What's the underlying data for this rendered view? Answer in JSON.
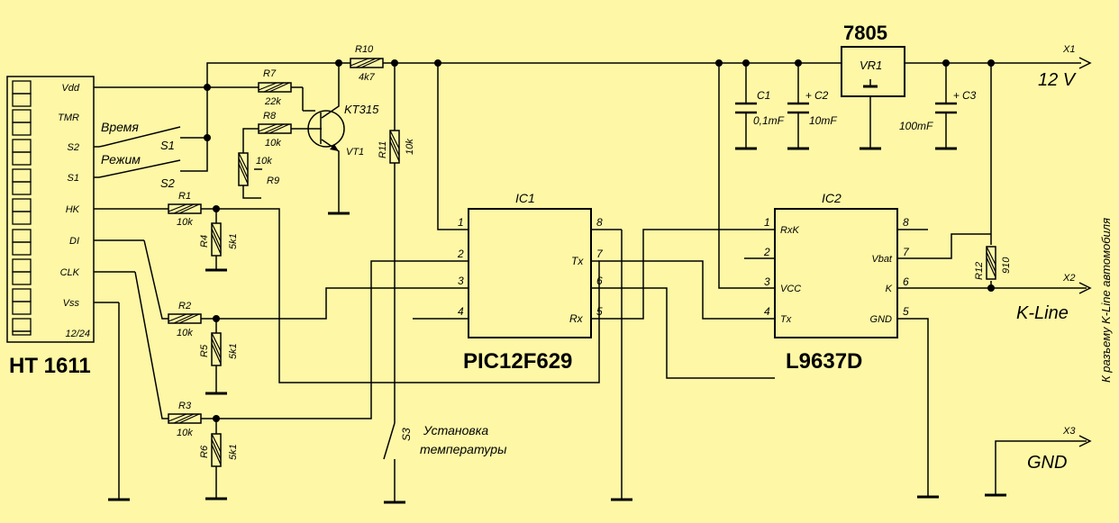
{
  "ht1611": {
    "name": "HT 1611",
    "pins": [
      "Vdd",
      "TMR",
      "S2",
      "S1",
      "HK",
      "DI",
      "CLK",
      "Vss",
      "12/24"
    ]
  },
  "ic1": {
    "ref": "IC1",
    "name": "PIC12F629",
    "pin_numbers": [
      "1",
      "2",
      "3",
      "4",
      "8",
      "7",
      "6",
      "5"
    ],
    "right_labels": [
      "Tx",
      "Rx"
    ]
  },
  "ic2": {
    "ref": "IC2",
    "name": "L9637D",
    "pin_numbers": [
      "1",
      "2",
      "3",
      "4",
      "8",
      "7",
      "6",
      "5"
    ],
    "left_labels": [
      "RxK",
      "VCC",
      "Tx"
    ],
    "right_labels": [
      "Vbat",
      "K",
      "GND"
    ]
  },
  "vr1": {
    "number": "7805",
    "ref": "VR1"
  },
  "transistor": {
    "type": "KT315",
    "ref": "VT1"
  },
  "resistors": [
    {
      "ref": "R1",
      "value": "10k"
    },
    {
      "ref": "R2",
      "value": "10k"
    },
    {
      "ref": "R3",
      "value": "10k"
    },
    {
      "ref": "R4",
      "value": "5k1"
    },
    {
      "ref": "R5",
      "value": "5k1"
    },
    {
      "ref": "R6",
      "value": "5k1"
    },
    {
      "ref": "R7",
      "value": "22k"
    },
    {
      "ref": "R8",
      "value": "10k"
    },
    {
      "ref": "R9",
      "value": "10k"
    },
    {
      "ref": "R10",
      "value": "4k7"
    },
    {
      "ref": "R11",
      "value": "10k"
    },
    {
      "ref": "R12",
      "value": "910"
    }
  ],
  "capacitors": [
    {
      "ref": "C1",
      "value": "0,1mF"
    },
    {
      "ref": "C2",
      "value": "10mF"
    },
    {
      "ref": "C3",
      "value": "100mF"
    }
  ],
  "switches": {
    "s1": {
      "ref": "S1",
      "label": "Время"
    },
    "s2": {
      "ref": "S2",
      "label": "Режим"
    },
    "s3": {
      "ref": "S3",
      "label_line1": "Установка",
      "label_line2": "температуры"
    }
  },
  "connectors": {
    "x1": {
      "ref": "X1",
      "label": "12 V"
    },
    "x2": {
      "ref": "X2",
      "label": "K-Line"
    },
    "x3": {
      "ref": "X3",
      "label": "GND"
    }
  },
  "side_note": "К разъему K-Line автомобиля",
  "colors": {
    "background": "#fdf7a6",
    "ink": "#000000"
  }
}
